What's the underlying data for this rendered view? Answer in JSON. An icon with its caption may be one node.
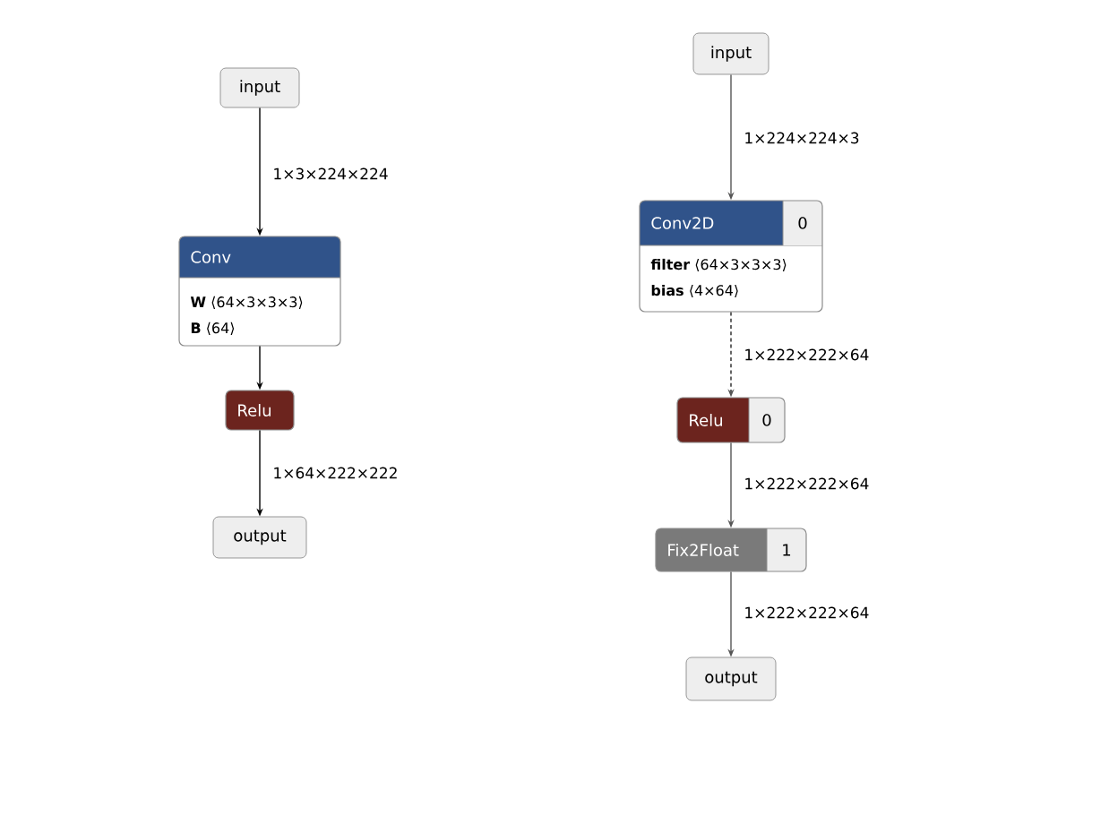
{
  "diagram": {
    "nodes": [
      {
        "text": [
          "input"
        ]
      },
      {
        "text": [
          "Conv",
          "**W** ⟨64×3×3×3⟩",
          "**B** ⟨64⟩"
        ]
      },
      {
        "text": [
          "Relu"
        ]
      },
      {
        "text": [
          "output"
        ]
      },
      {
        "text": [
          "input"
        ]
      },
      {
        "text": [
          "Conv2D",
          "0",
          "**filter** ⟨64×3×3×3⟩",
          "**bias** ⟨4×64⟩"
        ]
      },
      {
        "text": [
          "Relu",
          "0"
        ]
      },
      {
        "text": [
          "Fix2Float",
          "1"
        ]
      },
      {
        "text": [
          "output"
        ]
      }
    ],
    "edges": [
      {
        "from": 0,
        "to": 1,
        "arrow": "to",
        "label": "1×3×224×224",
        "color": "#000000"
      },
      {
        "from": 1,
        "to": 2,
        "arrow": "to",
        "color": "#000000"
      },
      {
        "from": 2,
        "to": 3,
        "arrow": "to",
        "label": "1×64×222×222",
        "color": "#000000"
      },
      {
        "from": 4,
        "to": 5,
        "arrow": "to",
        "label": "1×224×224×3"
      },
      {
        "from": 5,
        "to": 6,
        "arrow": "to",
        "label": "1×222×222×64",
        "style": "dashed"
      },
      {
        "from": 6,
        "to": 7,
        "arrow": "to",
        "label": "1×222×222×64"
      },
      {
        "from": 7,
        "to": 8,
        "arrow": "to",
        "label": "1×222×222×64"
      }
    ]
  }
}
